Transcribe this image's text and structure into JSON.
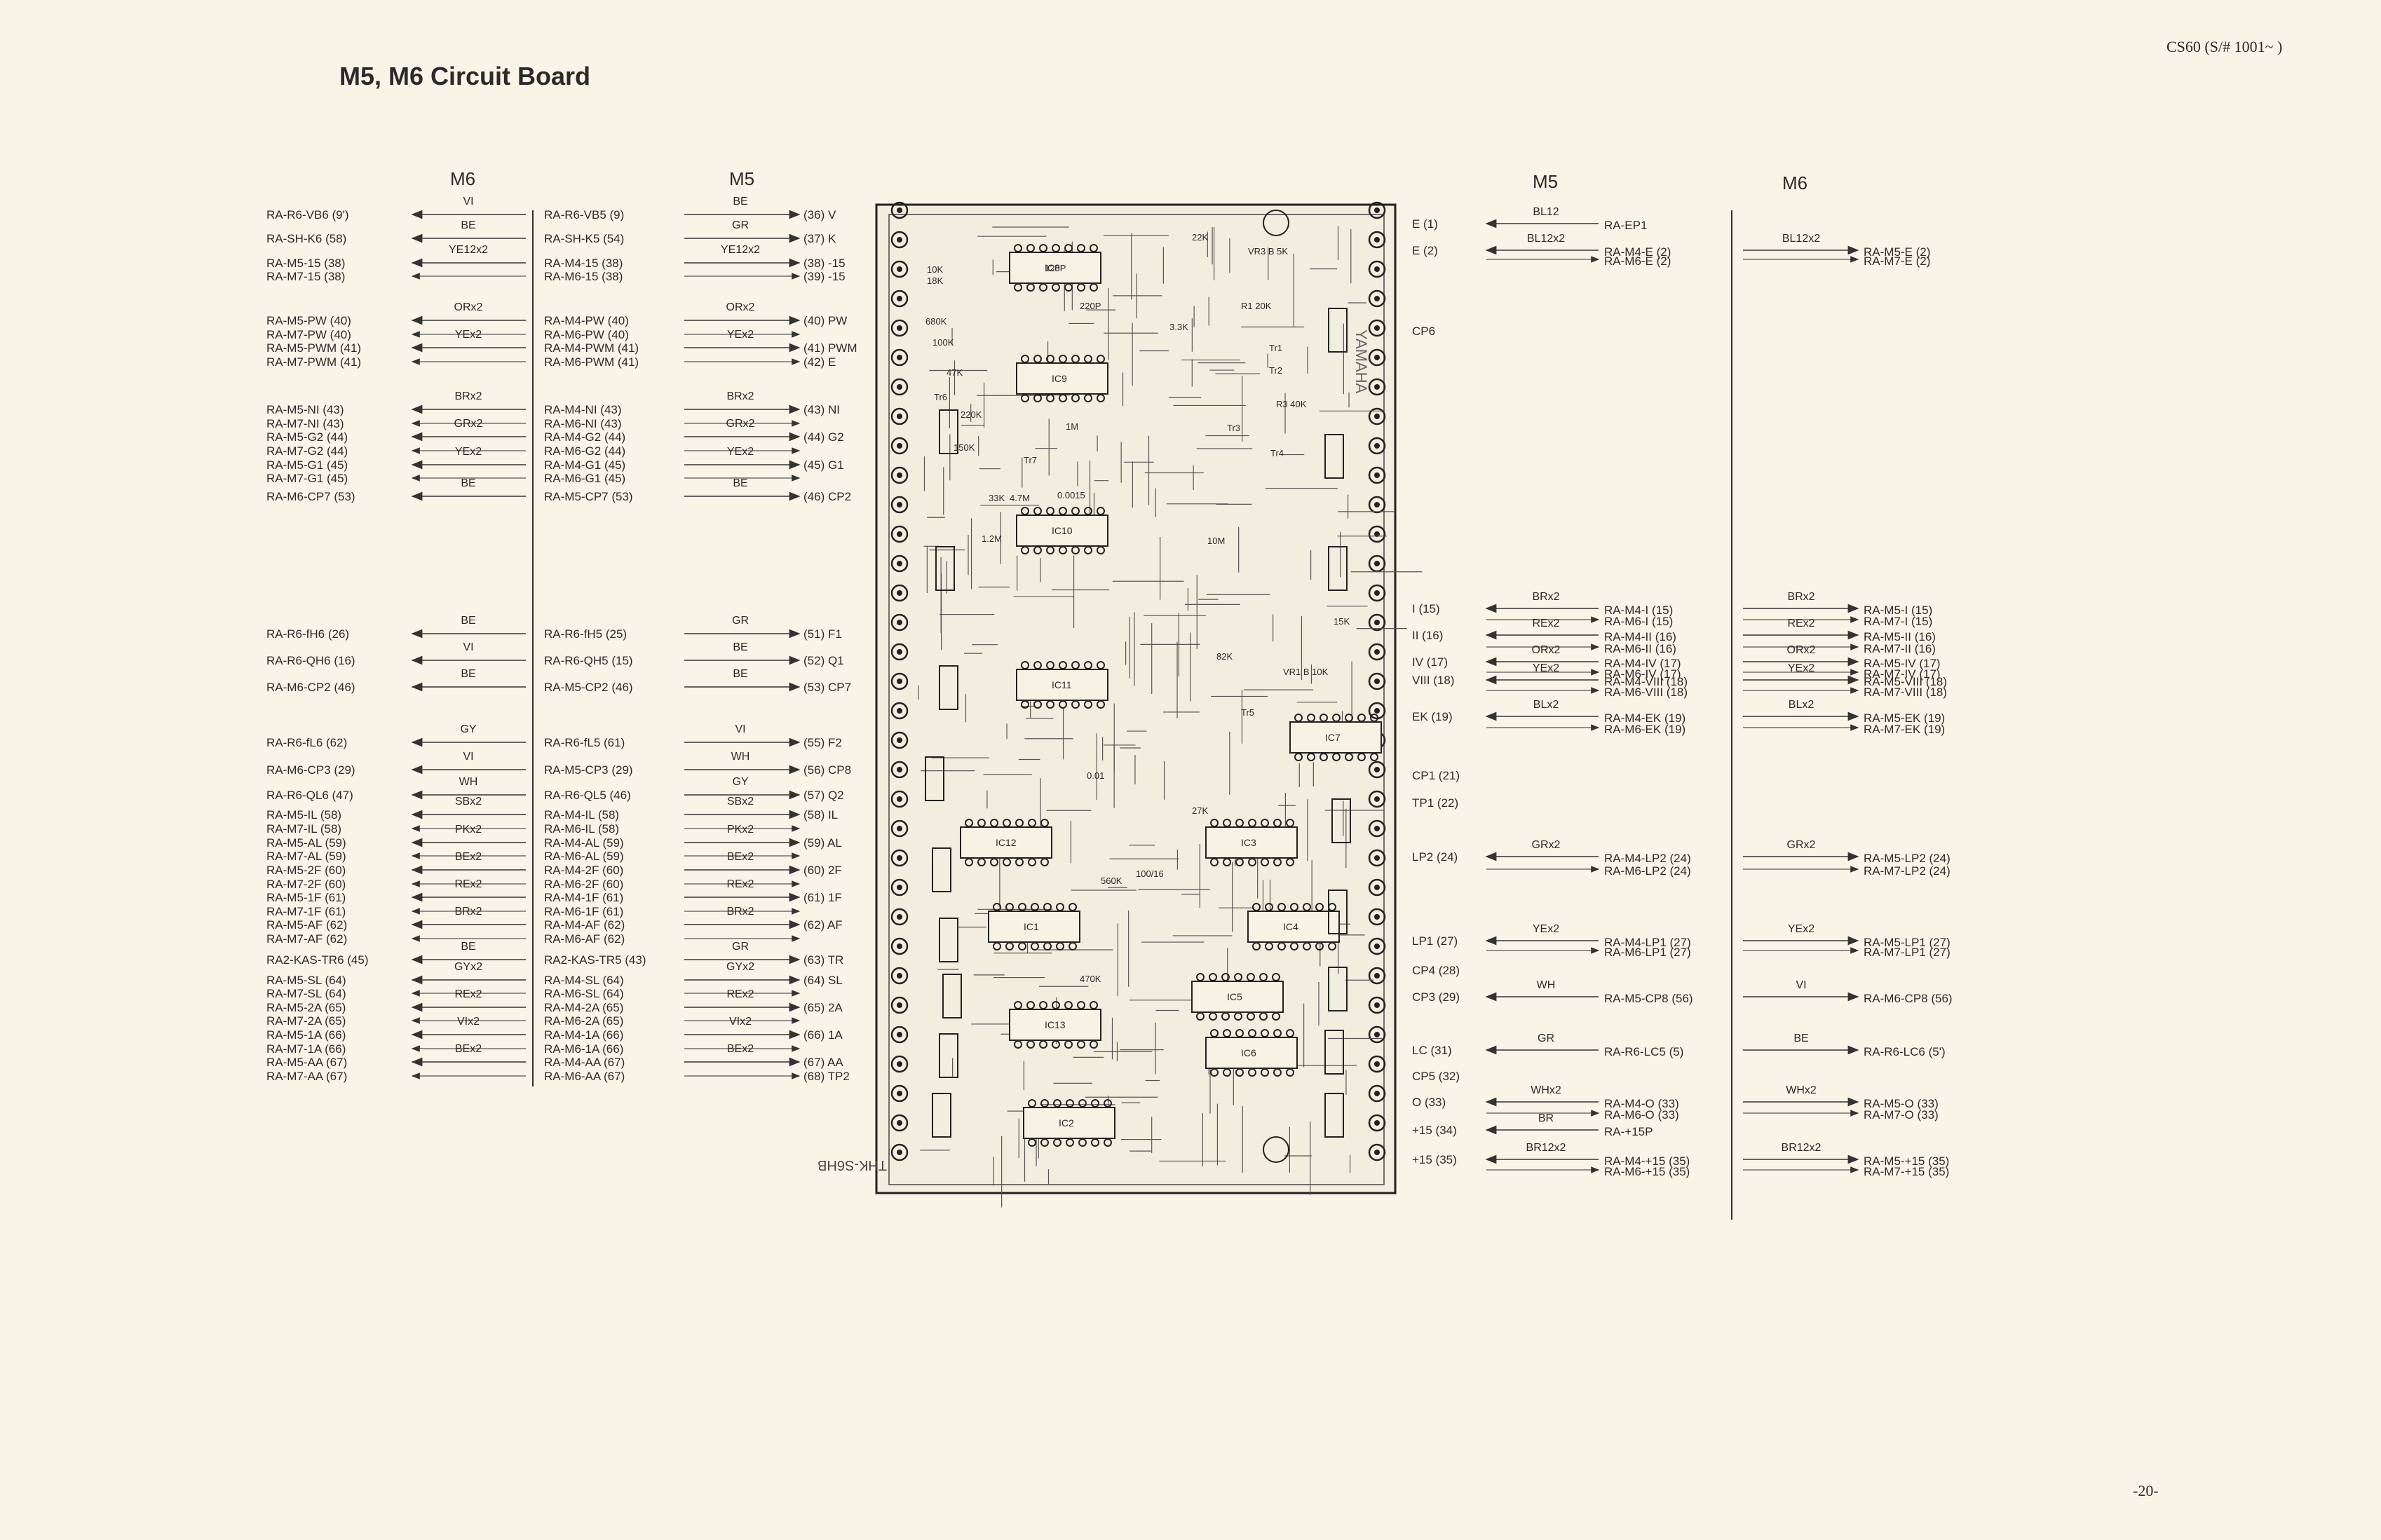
{
  "header": {
    "title": "M5, M6  Circuit Board",
    "model": "CS60 (S/# 1001~ )",
    "page_number": "-20-"
  },
  "column_headers": {
    "left_m6": "M6",
    "left_m5": "M5",
    "right_m5": "M5",
    "right_m6": "M6"
  },
  "left_rows": [
    {
      "m6": "RA-R6-VB6 (9')",
      "m6w": "VI",
      "m5": "RA-R6-VB5 (9)",
      "m5w": "BE",
      "pin": "(36) V"
    },
    {
      "m6": "RA-SH-K6 (58)",
      "m6w": "BE",
      "m5": "RA-SH-K5 (54)",
      "m5w": "GR",
      "pin": "(37) K"
    },
    {
      "m6": "RA-M5-15 (38)",
      "m6w": "YE12x2",
      "m5": "RA-M4-15 (38)",
      "m5w": "YE12x2",
      "pin": "(38) -15"
    },
    {
      "m6": "RA-M7-15 (38)",
      "m6w": "",
      "m5": "RA-M6-15 (38)",
      "m5w": "",
      "pin": "(39) -15"
    },
    {
      "m6": "RA-M5-PW (40)",
      "m6w": "ORx2",
      "m5": "RA-M4-PW (40)",
      "m5w": "ORx2",
      "pin": "(40) PW"
    },
    {
      "m6": "RA-M7-PW (40)",
      "m6w": "",
      "m5": "RA-M6-PW (40)",
      "m5w": "",
      "pin": ""
    },
    {
      "m6": "RA-M5-PWM (41)",
      "m6w": "YEx2",
      "m5": "RA-M4-PWM (41)",
      "m5w": "YEx2",
      "pin": "(41) PWM"
    },
    {
      "m6": "RA-M7-PWM (41)",
      "m6w": "",
      "m5": "RA-M6-PWM (41)",
      "m5w": "",
      "pin": "(42) E"
    },
    {
      "m6": "RA-M5-NI (43)",
      "m6w": "BRx2",
      "m5": "RA-M4-NI (43)",
      "m5w": "BRx2",
      "pin": "(43) NI"
    },
    {
      "m6": "RA-M7-NI (43)",
      "m6w": "",
      "m5": "RA-M6-NI (43)",
      "m5w": "",
      "pin": ""
    },
    {
      "m6": "RA-M5-G2 (44)",
      "m6w": "GRx2",
      "m5": "RA-M4-G2 (44)",
      "m5w": "GRx2",
      "pin": "(44) G2"
    },
    {
      "m6": "RA-M7-G2 (44)",
      "m6w": "",
      "m5": "RA-M6-G2 (44)",
      "m5w": "",
      "pin": ""
    },
    {
      "m6": "RA-M5-G1 (45)",
      "m6w": "YEx2",
      "m5": "RA-M4-G1 (45)",
      "m5w": "YEx2",
      "pin": "(45) G1"
    },
    {
      "m6": "RA-M7-G1 (45)",
      "m6w": "",
      "m5": "RA-M6-G1 (45)",
      "m5w": "",
      "pin": ""
    },
    {
      "m6": "RA-M6-CP7 (53)",
      "m6w": "BE",
      "m5": "RA-M5-CP7 (53)",
      "m5w": "BE",
      "pin": "(46) CP2"
    },
    {
      "m6": "RA-R6-fH6 (26)",
      "m6w": "BE",
      "m5": "RA-R6-fH5 (25)",
      "m5w": "GR",
      "pin": "(51) F1"
    },
    {
      "m6": "RA-R6-QH6 (16)",
      "m6w": "VI",
      "m5": "RA-R6-QH5 (15)",
      "m5w": "BE",
      "pin": "(52) Q1"
    },
    {
      "m6": "RA-M6-CP2 (46)",
      "m6w": "BE",
      "m5": "RA-M5-CP2 (46)",
      "m5w": "BE",
      "pin": "(53) CP7"
    },
    {
      "m6": "RA-R6-fL6 (62)",
      "m6w": "GY",
      "m5": "RA-R6-fL5 (61)",
      "m5w": "VI",
      "pin": "(55) F2"
    },
    {
      "m6": "RA-M6-CP3 (29)",
      "m6w": "VI",
      "m5": "RA-M5-CP3 (29)",
      "m5w": "WH",
      "pin": "(56) CP8"
    },
    {
      "m6": "RA-R6-QL6 (47)",
      "m6w": "WH",
      "m5": "RA-R6-QL5 (46)",
      "m5w": "GY",
      "pin": "(57) Q2"
    },
    {
      "m6": "RA-M5-IL (58)",
      "m6w": "SBx2",
      "m5": "RA-M4-IL (58)",
      "m5w": "SBx2",
      "pin": "(58) IL"
    },
    {
      "m6": "RA-M7-IL (58)",
      "m6w": "",
      "m5": "RA-M6-IL (58)",
      "m5w": "",
      "pin": ""
    },
    {
      "m6": "RA-M5-AL (59)",
      "m6w": "PKx2",
      "m5": "RA-M4-AL (59)",
      "m5w": "PKx2",
      "pin": "(59) AL"
    },
    {
      "m6": "RA-M7-AL (59)",
      "m6w": "",
      "m5": "RA-M6-AL (59)",
      "m5w": "",
      "pin": ""
    },
    {
      "m6": "RA-M5-2F (60)",
      "m6w": "BEx2",
      "m5": "RA-M4-2F (60)",
      "m5w": "BEx2",
      "pin": "(60) 2F"
    },
    {
      "m6": "RA-M7-2F (60)",
      "m6w": "",
      "m5": "RA-M6-2F (60)",
      "m5w": "",
      "pin": ""
    },
    {
      "m6": "RA-M5-1F (61)",
      "m6w": "REx2",
      "m5": "RA-M4-1F (61)",
      "m5w": "REx2",
      "pin": "(61) 1F"
    },
    {
      "m6": "RA-M7-1F (61)",
      "m6w": "",
      "m5": "RA-M6-1F (61)",
      "m5w": "",
      "pin": ""
    },
    {
      "m6": "RA-M5-AF (62)",
      "m6w": "BRx2",
      "m5": "RA-M4-AF (62)",
      "m5w": "BRx2",
      "pin": "(62) AF"
    },
    {
      "m6": "RA-M7-AF (62)",
      "m6w": "",
      "m5": "RA-M6-AF (62)",
      "m5w": "",
      "pin": ""
    },
    {
      "m6": "RA2-KAS-TR6 (45)",
      "m6w": "BE",
      "m5": "RA2-KAS-TR5 (43)",
      "m5w": "GR",
      "pin": "(63) TR"
    },
    {
      "m6": "RA-M5-SL (64)",
      "m6w": "GYx2",
      "m5": "RA-M4-SL (64)",
      "m5w": "GYx2",
      "pin": "(64) SL"
    },
    {
      "m6": "RA-M7-SL (64)",
      "m6w": "",
      "m5": "RA-M6-SL (64)",
      "m5w": "",
      "pin": ""
    },
    {
      "m6": "RA-M5-2A (65)",
      "m6w": "REx2",
      "m5": "RA-M4-2A (65)",
      "m5w": "REx2",
      "pin": "(65) 2A"
    },
    {
      "m6": "RA-M7-2A (65)",
      "m6w": "",
      "m5": "RA-M6-2A (65)",
      "m5w": "",
      "pin": ""
    },
    {
      "m6": "RA-M5-1A (66)",
      "m6w": "VIx2",
      "m5": "RA-M4-1A (66)",
      "m5w": "VIx2",
      "pin": "(66) 1A"
    },
    {
      "m6": "RA-M7-1A (66)",
      "m6w": "",
      "m5": "RA-M6-1A (66)",
      "m5w": "",
      "pin": ""
    },
    {
      "m6": "RA-M5-AA (67)",
      "m6w": "BEx2",
      "m5": "RA-M4-AA (67)",
      "m5w": "BEx2",
      "pin": "(67) AA"
    },
    {
      "m6": "RA-M7-AA (67)",
      "m6w": "",
      "m5": "RA-M6-AA (67)",
      "m5w": "",
      "pin": "(68) TP2"
    }
  ],
  "right_rows": [
    {
      "pin": "E (1)",
      "m5w": "BL12",
      "m5": "RA-EP1",
      "m6w": "",
      "m6": ""
    },
    {
      "pin": "E (2)",
      "m5w": "BL12x2",
      "m5": "RA-M4-E (2)",
      "m6w": "BL12x2",
      "m6": "RA-M5-E (2)"
    },
    {
      "pin": "",
      "m5w": "",
      "m5": "RA-M6-E (2)",
      "m6w": "",
      "m6": "RA-M7-E (2)"
    },
    {
      "pin": "CP6",
      "m5w": "",
      "m5": "",
      "m6w": "",
      "m6": ""
    },
    {
      "pin": "I (15)",
      "m5w": "BRx2",
      "m5": "RA-M4-I (15)",
      "m6w": "BRx2",
      "m6": "RA-M5-I (15)"
    },
    {
      "pin": "",
      "m5w": "",
      "m5": "RA-M6-I (15)",
      "m6w": "",
      "m6": "RA-M7-I (15)"
    },
    {
      "pin": "II (16)",
      "m5w": "REx2",
      "m5": "RA-M4-II (16)",
      "m6w": "REx2",
      "m6": "RA-M5-II (16)"
    },
    {
      "pin": "",
      "m5w": "",
      "m5": "RA-M6-II (16)",
      "m6w": "",
      "m6": "RA-M7-II (16)"
    },
    {
      "pin": "IV (17)",
      "m5w": "ORx2",
      "m5": "RA-M4-IV (17)",
      "m6w": "ORx2",
      "m6": "RA-M5-IV (17)"
    },
    {
      "pin": "",
      "m5w": "",
      "m5": "RA-M6-IV (17)",
      "m6w": "",
      "m6": "RA-M7-IV (17)"
    },
    {
      "pin": "VIII (18)",
      "m5w": "YEx2",
      "m5": "RA-M4-VIII (18)",
      "m6w": "YEx2",
      "m6": "RA-M5-VIII (18)"
    },
    {
      "pin": "",
      "m5w": "",
      "m5": "RA-M6-VIII (18)",
      "m6w": "",
      "m6": "RA-M7-VIII (18)"
    },
    {
      "pin": "EK (19)",
      "m5w": "BLx2",
      "m5": "RA-M4-EK (19)",
      "m6w": "BLx2",
      "m6": "RA-M5-EK (19)"
    },
    {
      "pin": "",
      "m5w": "",
      "m5": "RA-M6-EK (19)",
      "m6w": "",
      "m6": "RA-M7-EK (19)"
    },
    {
      "pin": "CP1 (21)",
      "m5w": "",
      "m5": "",
      "m6w": "",
      "m6": ""
    },
    {
      "pin": "TP1 (22)",
      "m5w": "",
      "m5": "",
      "m6w": "",
      "m6": ""
    },
    {
      "pin": "LP2 (24)",
      "m5w": "GRx2",
      "m5": "RA-M4-LP2 (24)",
      "m6w": "GRx2",
      "m6": "RA-M5-LP2 (24)"
    },
    {
      "pin": "",
      "m5w": "",
      "m5": "RA-M6-LP2 (24)",
      "m6w": "",
      "m6": "RA-M7-LP2 (24)"
    },
    {
      "pin": "LP1 (27)",
      "m5w": "YEx2",
      "m5": "RA-M4-LP1 (27)",
      "m6w": "YEx2",
      "m6": "RA-M5-LP1 (27)"
    },
    {
      "pin": "",
      "m5w": "",
      "m5": "RA-M6-LP1 (27)",
      "m6w": "",
      "m6": "RA-M7-LP1 (27)"
    },
    {
      "pin": "CP4 (28)",
      "m5w": "",
      "m5": "",
      "m6w": "",
      "m6": ""
    },
    {
      "pin": "CP3 (29)",
      "m5w": "WH",
      "m5": "RA-M5-CP8 (56)",
      "m6w": "VI",
      "m6": "RA-M6-CP8 (56)"
    },
    {
      "pin": "LC (31)",
      "m5w": "GR",
      "m5": "RA-R6-LC5 (5)",
      "m6w": "BE",
      "m6": "RA-R6-LC6 (5')"
    },
    {
      "pin": "CP5 (32)",
      "m5w": "",
      "m5": "",
      "m6w": "",
      "m6": ""
    },
    {
      "pin": "O (33)",
      "m5w": "WHx2",
      "m5": "RA-M4-O (33)",
      "m6w": "WHx2",
      "m6": "RA-M5-O (33)"
    },
    {
      "pin": "",
      "m5w": "",
      "m5": "RA-M6-O (33)",
      "m6w": "",
      "m6": "RA-M7-O (33)"
    },
    {
      "pin": "+15 (34)",
      "m5w": "BR",
      "m5": "RA-+15P",
      "m6w": "",
      "m6": ""
    },
    {
      "pin": "+15 (35)",
      "m5w": "BR12x2",
      "m5": "RA-M4-+15 (35)",
      "m6w": "BR12x2",
      "m6": "RA-M5-+15 (35)"
    },
    {
      "pin": "",
      "m5w": "",
      "m5": "RA-M6-+15 (35)",
      "m6w": "",
      "m6": "RA-M7-+15 (35)"
    }
  ],
  "board": {
    "ics": [
      "IC8",
      "IC9",
      "IC10",
      "IC11",
      "IC12",
      "IC13",
      "IC1",
      "IC2",
      "IC3",
      "IC4",
      "IC5",
      "IC6",
      "IC7"
    ],
    "part_labels": [
      "22K",
      "10K",
      "18K",
      "680K",
      "100K",
      "47K",
      "220K",
      "150K",
      "1M",
      "3.3K",
      "33K",
      "4.7M",
      "0.0015",
      "82K",
      "15K",
      "27K",
      "560K",
      "470K",
      "100/16",
      "10M",
      "1.2M",
      "0.01",
      "120P",
      "220P",
      "R1 20K",
      "R3 40K",
      "VR3 B 5K",
      "VR1 B 10K",
      "Tr1",
      "Tr2",
      "Tr3",
      "Tr4",
      "Tr5",
      "Tr6",
      "Tr7"
    ],
    "silkscreen": "YAMAHA",
    "board_code": "THK-S6HB"
  }
}
